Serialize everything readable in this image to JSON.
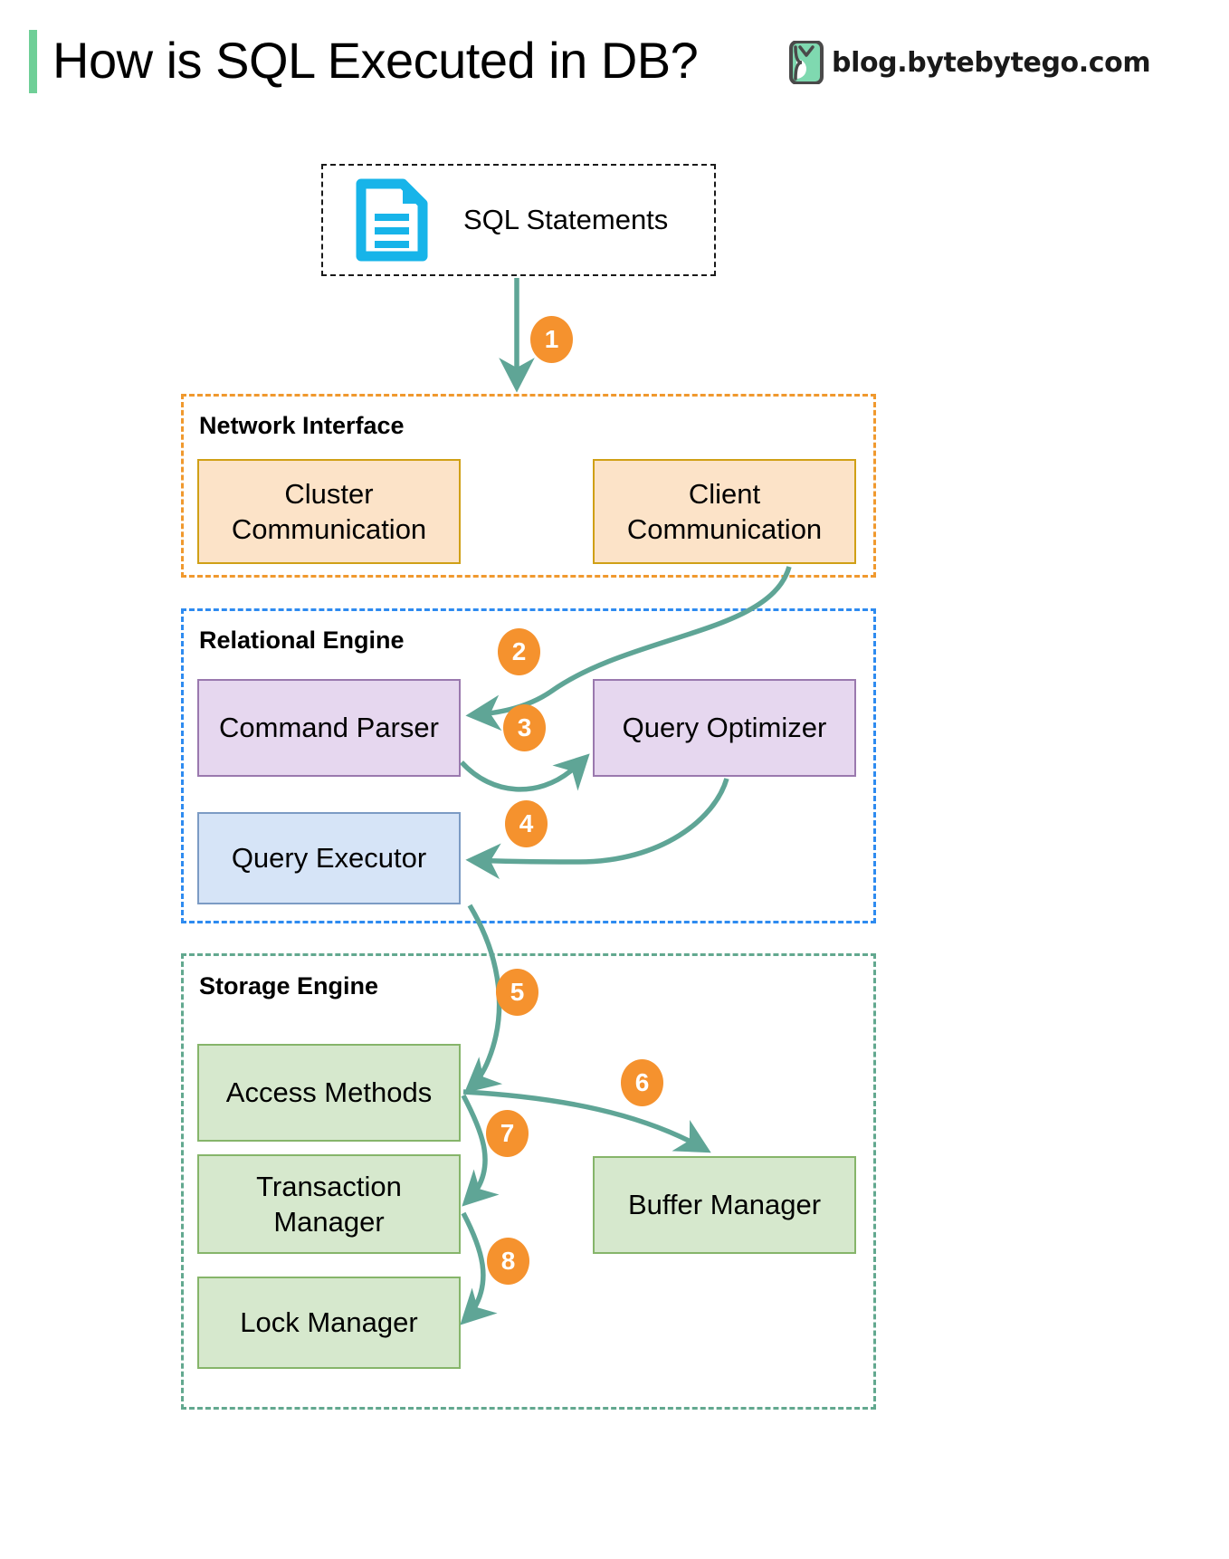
{
  "header": {
    "title": "How is SQL Executed in DB?",
    "accent_color": "#6fcf97",
    "brand_text": "blog.bytebytego.com",
    "brand_logo_icon": "bytebytego-logo-icon"
  },
  "input": {
    "label": "SQL Statements",
    "icon": "document-icon",
    "icon_color": "#17b4e9"
  },
  "groups": [
    {
      "id": "network",
      "title": "Network Interface",
      "border_color": "#f0992e",
      "nodes": [
        {
          "id": "cluster-communication",
          "label": "Cluster\nCommunication",
          "line1": "Cluster",
          "line2": "Communication",
          "fill": "#fce3c8",
          "stroke": "#d0a016"
        },
        {
          "id": "client-communication",
          "label": "Client\nCommunication",
          "line1": "Client",
          "line2": "Communication",
          "fill": "#fce3c8",
          "stroke": "#d0a016"
        }
      ]
    },
    {
      "id": "relational",
      "title": "Relational Engine",
      "border_color": "#2e8bf0",
      "nodes": [
        {
          "id": "command-parser",
          "label": "Command Parser",
          "fill": "#e6d7ef",
          "stroke": "#9a79ae"
        },
        {
          "id": "query-optimizer",
          "label": "Query Optimizer",
          "fill": "#e6d7ef",
          "stroke": "#9a79ae"
        },
        {
          "id": "query-executor",
          "label": "Query Executor",
          "fill": "#d6e4f7",
          "stroke": "#7c9bc4"
        }
      ]
    },
    {
      "id": "storage",
      "title": "Storage Engine",
      "border_color": "#62a88f",
      "nodes": [
        {
          "id": "access-methods",
          "label": "Access Methods",
          "fill": "#d6e8cd",
          "stroke": "#86b56a"
        },
        {
          "id": "transaction-manager",
          "label": "Transaction\nManager",
          "line1": "Transaction",
          "line2": "Manager",
          "fill": "#d6e8cd",
          "stroke": "#86b56a"
        },
        {
          "id": "lock-manager",
          "label": "Lock Manager",
          "fill": "#d6e8cd",
          "stroke": "#86b56a"
        },
        {
          "id": "buffer-manager",
          "label": "Buffer Manager",
          "fill": "#d6e8cd",
          "stroke": "#86b56a"
        }
      ]
    }
  ],
  "steps": [
    {
      "n": "1",
      "from": "SQL Statements",
      "to": "Network Interface"
    },
    {
      "n": "2",
      "from": "Client Communication",
      "to": "Command Parser"
    },
    {
      "n": "3",
      "from": "Command Parser",
      "to": "Query Optimizer"
    },
    {
      "n": "4",
      "from": "Query Optimizer",
      "to": "Query Executor"
    },
    {
      "n": "5",
      "from": "Query Executor",
      "to": "Access Methods"
    },
    {
      "n": "6",
      "from": "Access Methods",
      "to": "Buffer Manager"
    },
    {
      "n": "7",
      "from": "Access Methods",
      "to": "Transaction Manager"
    },
    {
      "n": "8",
      "from": "Transaction Manager",
      "to": "Lock Manager"
    }
  ],
  "style": {
    "arrow_color": "#5fa596",
    "badge_color": "#f5922e",
    "badge_text_color": "#ffffff"
  }
}
